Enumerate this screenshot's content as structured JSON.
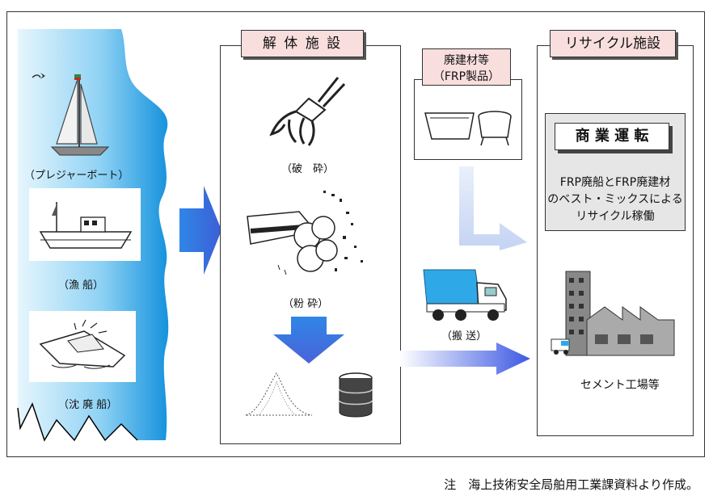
{
  "coast": {
    "pleasure_boat_label": "（プレジャーボート）",
    "fishing_boat_label": "（漁 船）",
    "sunken_ship_label": "（沈 廃 船）"
  },
  "dismantling": {
    "header": "解 体 施 設",
    "crushing_label": "（破　砕）",
    "grinding_label": "（粉 砕）"
  },
  "waste_materials": {
    "line1": "廃建材等",
    "line2": "（FRP製品）"
  },
  "transport": {
    "label": "（搬 送）"
  },
  "recycling": {
    "header": "リサイクル施設",
    "commercial_label": "商 業 運 転",
    "desc_line1": "FRP廃船とFRP廃建材",
    "desc_line2": "のベスト・ミックスによる",
    "desc_line3": "リサイクル稼働",
    "factory_label": "セメント工場等"
  },
  "footnote": "注　海上技術安全局舶用工業課資料より作成。",
  "colors": {
    "sea_dark": "#1a8fe0",
    "sea_light": "#e8f6fd",
    "arrow_blue": "#3a6fe0",
    "pink": "#f9dede"
  }
}
